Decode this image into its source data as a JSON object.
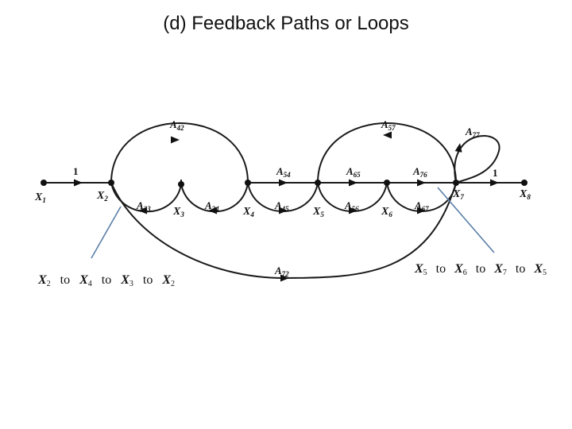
{
  "title": "(d)  Feedback Paths or Loops",
  "colors": {
    "ink": "#111111",
    "pointer": "#5b7fa8"
  },
  "nodes": [
    {
      "id": "X1",
      "var": "X",
      "sub": "1"
    },
    {
      "id": "X2",
      "var": "X",
      "sub": "2"
    },
    {
      "id": "X3",
      "var": "X",
      "sub": "3"
    },
    {
      "id": "X4",
      "var": "X",
      "sub": "4"
    },
    {
      "id": "X5",
      "var": "X",
      "sub": "5"
    },
    {
      "id": "X6",
      "var": "X",
      "sub": "6"
    },
    {
      "id": "X7",
      "var": "X",
      "sub": "7"
    },
    {
      "id": "X8",
      "var": "X",
      "sub": "8"
    }
  ],
  "gains": [
    {
      "id": "g12",
      "text": "1"
    },
    {
      "id": "A42",
      "var": "A",
      "sub": "42"
    },
    {
      "id": "A23",
      "var": "A",
      "sub": "23"
    },
    {
      "id": "A34",
      "var": "A",
      "sub": "34"
    },
    {
      "id": "A54",
      "var": "A",
      "sub": "54"
    },
    {
      "id": "A45",
      "var": "A",
      "sub": "45"
    },
    {
      "id": "A65",
      "var": "A",
      "sub": "65"
    },
    {
      "id": "A56",
      "var": "A",
      "sub": "56"
    },
    {
      "id": "A76",
      "var": "A",
      "sub": "76"
    },
    {
      "id": "A67",
      "var": "A",
      "sub": "67"
    },
    {
      "id": "A57",
      "var": "A",
      "sub": "57"
    },
    {
      "id": "A77",
      "var": "A",
      "sub": "77"
    },
    {
      "id": "A72",
      "var": "A",
      "sub": "72"
    },
    {
      "id": "g78",
      "text": "1"
    }
  ],
  "loop_left": {
    "parts": [
      {
        "var": "X",
        "sub": "2"
      },
      {
        "word": "to"
      },
      {
        "var": "X",
        "sub": "4"
      },
      {
        "word": "to"
      },
      {
        "var": "X",
        "sub": "3"
      },
      {
        "word": "to"
      },
      {
        "var": "X",
        "sub": "2"
      }
    ]
  },
  "loop_right": {
    "parts": [
      {
        "var": "X",
        "sub": "5"
      },
      {
        "word": "to"
      },
      {
        "var": "X",
        "sub": "6"
      },
      {
        "word": "to"
      },
      {
        "var": "X",
        "sub": "7"
      },
      {
        "word": "to"
      },
      {
        "var": "X",
        "sub": "5"
      }
    ]
  }
}
